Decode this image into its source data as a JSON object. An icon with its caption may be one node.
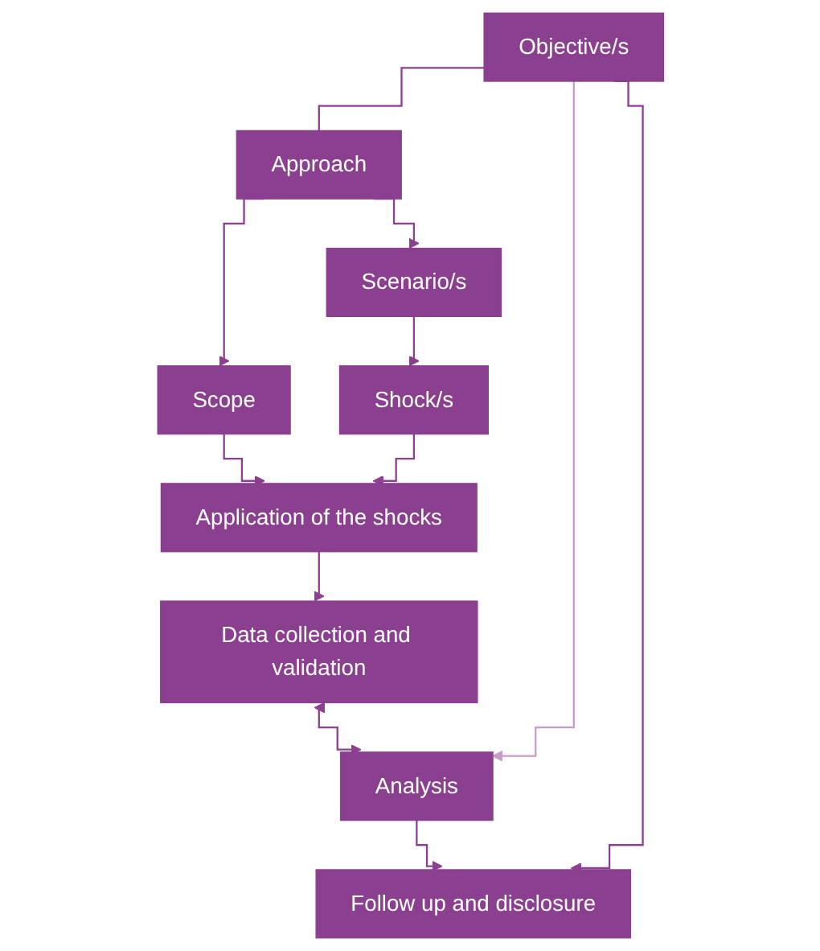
{
  "diagram": {
    "nodes": [
      {
        "text": [
          "Objective/s"
        ]
      },
      {
        "text": [
          "Approach"
        ]
      },
      {
        "text": [
          "Scope"
        ]
      },
      {
        "text": [
          "Scenario/s"
        ]
      },
      {
        "text": [
          "Shock/s"
        ]
      },
      {
        "text": [
          "Application of the shocks"
        ]
      },
      {
        "text": [
          "Data collection and validation"
        ]
      },
      {
        "text": [
          "Analysis"
        ]
      },
      {
        "text": [
          "Follow up and disclosure"
        ]
      }
    ],
    "edges": [
      {
        "from": 0,
        "to": 1,
        "arrow": "none"
      },
      {
        "from": 1,
        "to": 2,
        "arrow": "to"
      },
      {
        "from": 1,
        "to": 3,
        "arrow": "to"
      },
      {
        "from": 3,
        "to": 4,
        "arrow": "to"
      },
      {
        "from": 2,
        "to": 5,
        "arrow": "to"
      },
      {
        "from": 4,
        "to": 5,
        "arrow": "to"
      },
      {
        "from": 5,
        "to": 6,
        "arrow": "to"
      },
      {
        "from": 6,
        "to": 7,
        "arrow": "both"
      },
      {
        "from": 7,
        "to": 8,
        "arrow": "to"
      },
      {
        "from": 0,
        "to": 8,
        "arrow": "to"
      },
      {
        "from": 0,
        "to": 7,
        "arrow": "to",
        "color": "#c89bc8"
      }
    ]
  }
}
